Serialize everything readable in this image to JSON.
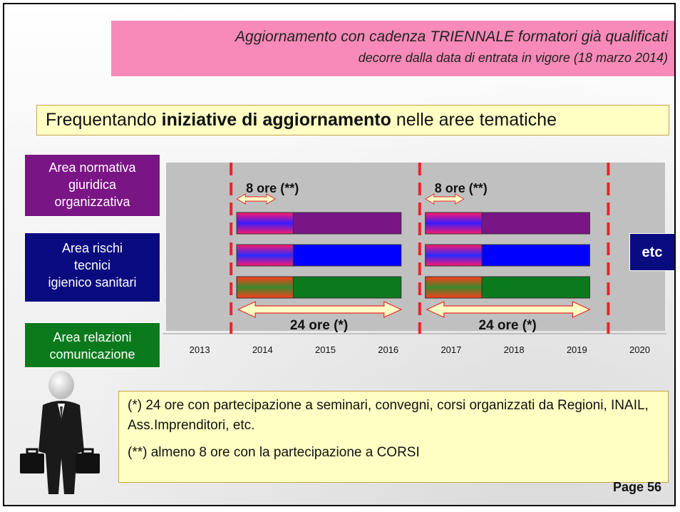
{
  "header": {
    "line1": "Aggiornamento con cadenza TRIENNALE formatori già qualificati",
    "line2": "decorre dalla data di entrata in vigore (18 marzo 2014)"
  },
  "topic": {
    "prefix": "Frequentando ",
    "bold": "iniziative di aggiornamento",
    "suffix": " nelle aree tematiche"
  },
  "areas": [
    {
      "lines": [
        "Area normativa",
        "giuridica",
        "organizzativa"
      ],
      "color": "#7a1585"
    },
    {
      "lines": [
        "Area rischi",
        "tecnici",
        "igienico sanitari"
      ],
      "color": "#0b0b80"
    },
    {
      "lines": [
        "Area relazioni",
        "comunicazione"
      ],
      "color": "#0b7a1d"
    }
  ],
  "etc_label": "etc",
  "chart_data": {
    "type": "bar",
    "x_years": [
      "2013",
      "2014",
      "2015",
      "2016",
      "2017",
      "2018",
      "2019",
      "2020"
    ],
    "periods": [
      {
        "start": 2014,
        "end": 2017,
        "total_label": "24 ore (*)",
        "min_label": "8 ore (**)",
        "min_span_years": 1
      },
      {
        "start": 2017,
        "end": 2020,
        "total_label": "24 ore (*)",
        "min_label": "8 ore (**)",
        "min_span_years": 1
      }
    ],
    "dividers": [
      2014,
      2017,
      2020
    ],
    "bar_colors": [
      "#7a1585",
      "#0000ff",
      "#0a7a1d"
    ],
    "grid": false
  },
  "notes": {
    "n1": "(*) 24 ore con partecipazione a seminari, convegni, corsi organizzati da Regioni, INAIL, Ass.Imprenditori, etc.",
    "n2": "(**) almeno 8 ore con la partecipazione a CORSI"
  },
  "page_label": "Page 56"
}
